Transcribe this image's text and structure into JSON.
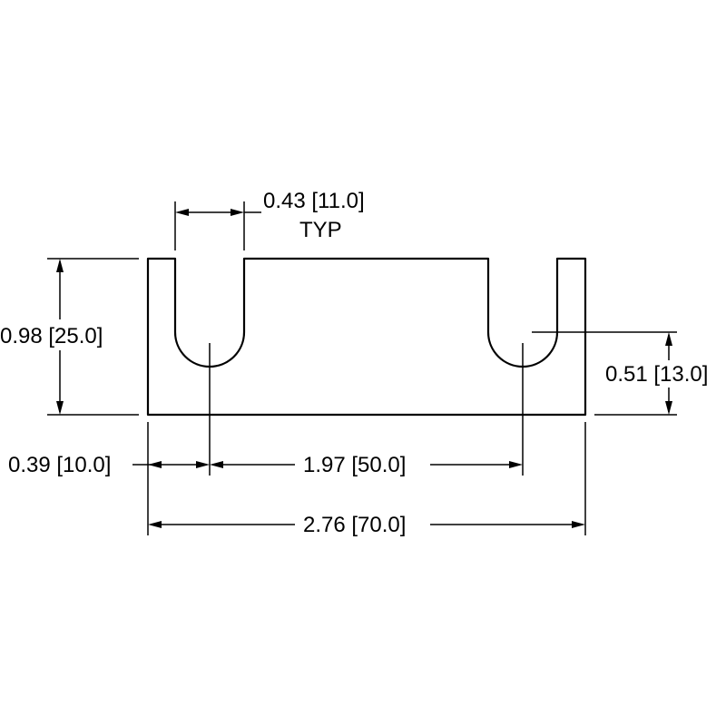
{
  "dimensions": {
    "slot_width": "0.43 [11.0]",
    "slot_width_note": "TYP",
    "height": "0.98 [25.0]",
    "slot_depth": "0.51 [13.0]",
    "edge_to_slot": "0.39 [10.0]",
    "slot_spacing": "1.97 [50.0]",
    "overall_width": "2.76 [70.0]"
  }
}
